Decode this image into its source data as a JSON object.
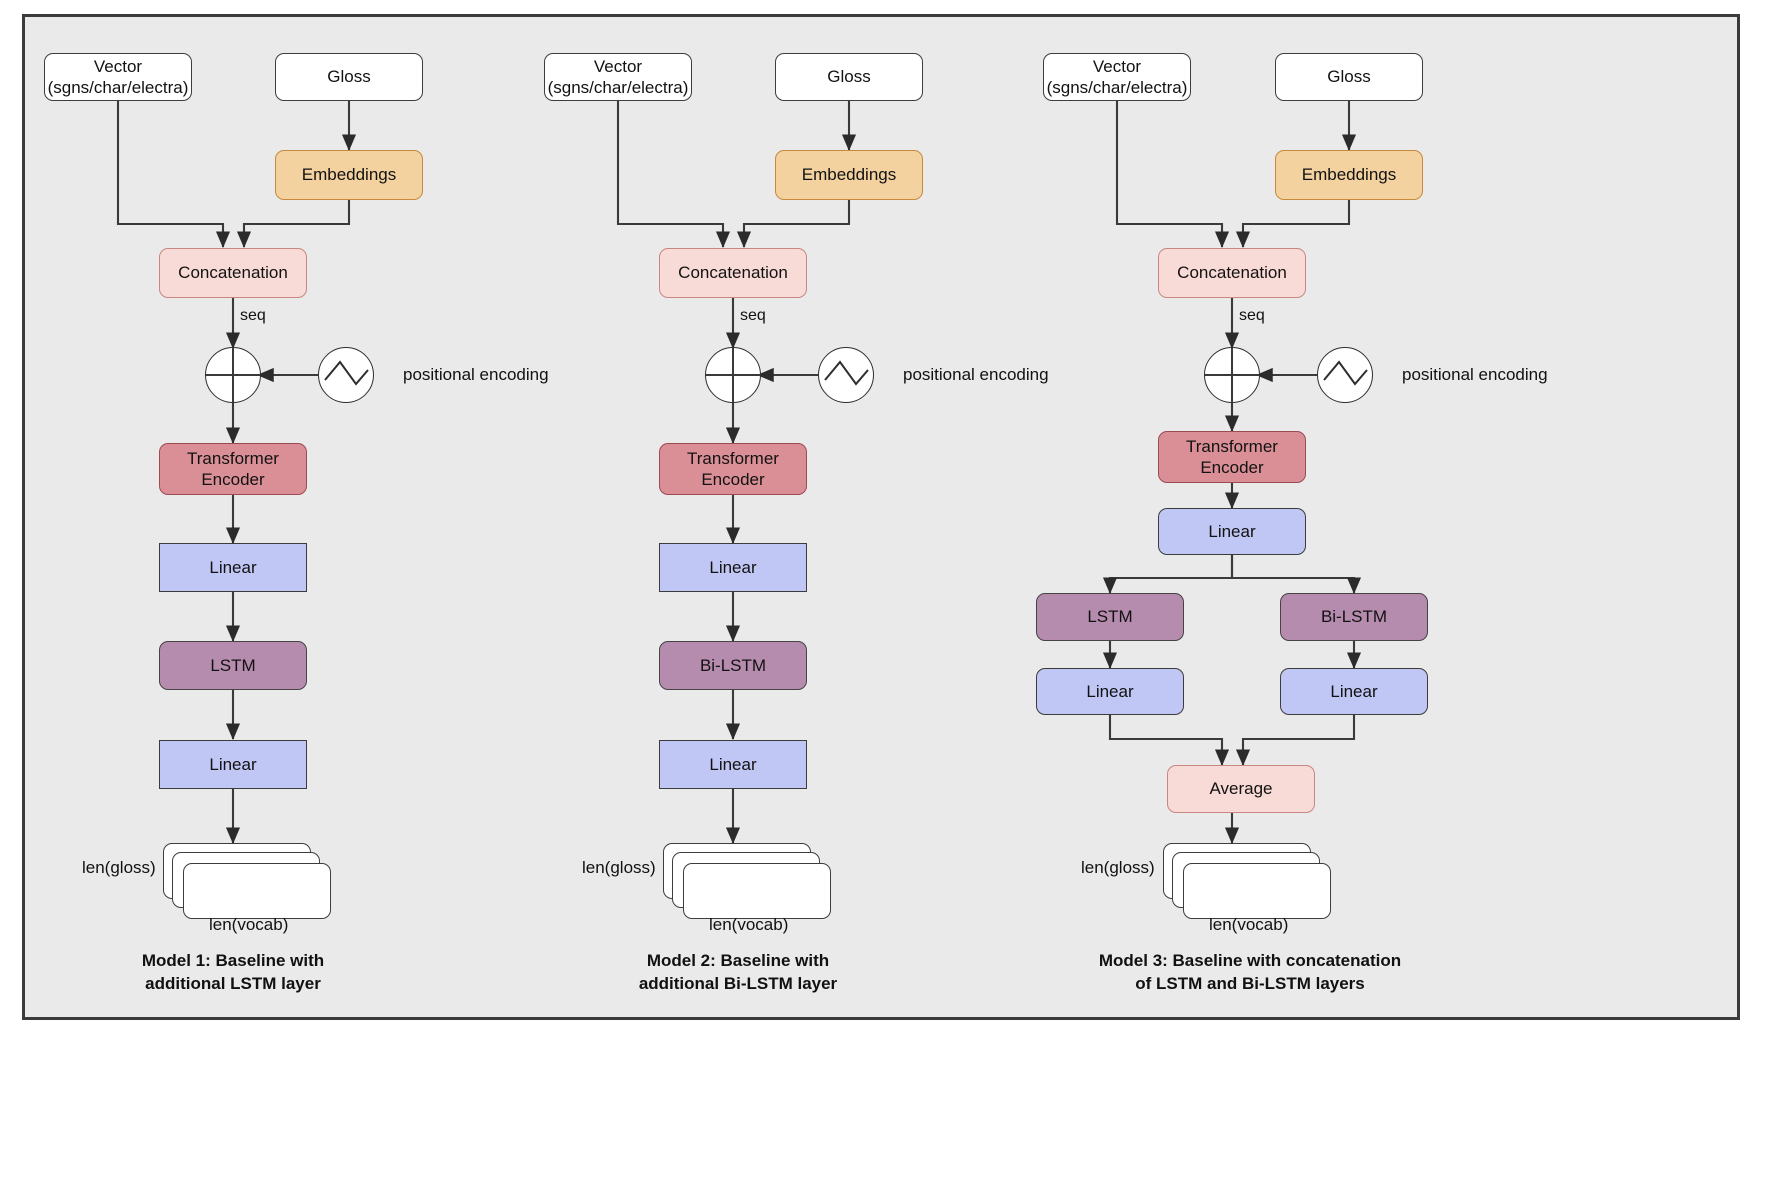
{
  "figure": {
    "background_color": "#eaeaea",
    "border_color": "#3b3b3b",
    "palette": {
      "input": "#ffffff",
      "embeddings": "#f3d2a0",
      "concatenation": "#f8dad6",
      "transformer_encoder": "#da8f96",
      "linear": "#c0c7f5",
      "lstm": "#b58bae",
      "average": "#f8dad6",
      "output_stack": "#ffffff",
      "arrow": "#333333"
    }
  },
  "labels": {
    "vector": "Vector\n(sgns/char/electra)",
    "vector_line1": "Vector",
    "vector_line2": "(sgns/char/electra)",
    "gloss": "Gloss",
    "embeddings": "Embeddings",
    "concatenation": "Concatenation",
    "seq": "seq",
    "positional_encoding": "positional encoding",
    "transformer_encoder_line1": "Transformer",
    "transformer_encoder_line2": "Encoder",
    "linear": "Linear",
    "lstm": "LSTM",
    "bilstm": "Bi-LSTM",
    "average": "Average",
    "len_gloss": "len(gloss)",
    "len_vocab": "len(vocab)"
  },
  "models": [
    {
      "id": "model-1",
      "caption_line1": "Model 1: Baseline with",
      "caption_line2": "additional LSTM layer",
      "nodes": [
        "Vector (sgns/char/electra)",
        "Gloss",
        "Embeddings",
        "Concatenation",
        "positional encoding",
        "Transformer Encoder",
        "Linear",
        "LSTM",
        "Linear",
        "output"
      ]
    },
    {
      "id": "model-2",
      "caption_line1": "Model 2: Baseline with",
      "caption_line2": "additional Bi-LSTM layer",
      "nodes": [
        "Vector (sgns/char/electra)",
        "Gloss",
        "Embeddings",
        "Concatenation",
        "positional encoding",
        "Transformer Encoder",
        "Linear",
        "Bi-LSTM",
        "Linear",
        "output"
      ]
    },
    {
      "id": "model-3",
      "caption_line1": "Model 3: Baseline with concatenation",
      "caption_line2": "of LSTM and Bi-LSTM layers",
      "nodes": [
        "Vector (sgns/char/electra)",
        "Gloss",
        "Embeddings",
        "Concatenation",
        "positional encoding",
        "Transformer Encoder",
        "Linear",
        "LSTM",
        "Bi-LSTM",
        "Linear",
        "Linear",
        "Average",
        "output"
      ]
    }
  ]
}
